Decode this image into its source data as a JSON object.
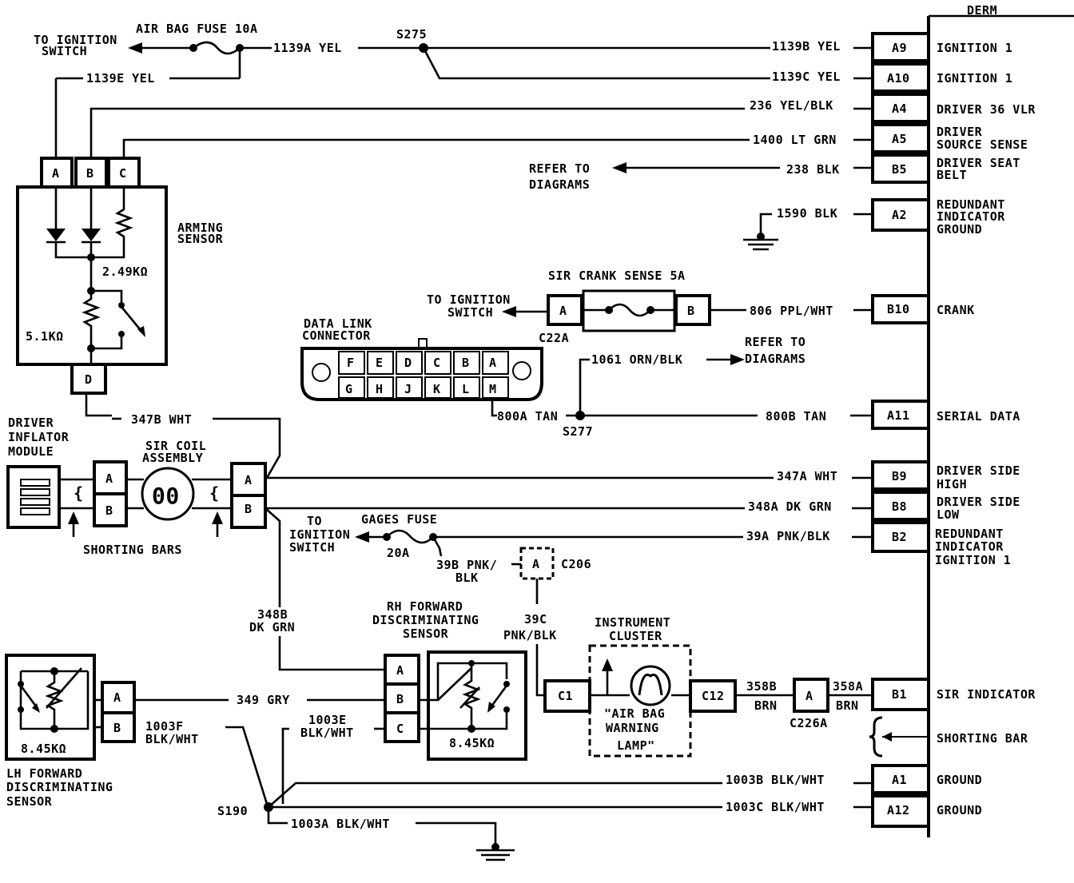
{
  "derm": {
    "title": "DERM",
    "pins": [
      {
        "pin": "A9",
        "label": [
          "IGNITION 1"
        ],
        "wire": "1139B YEL"
      },
      {
        "pin": "A10",
        "label": [
          "IGNITION 1"
        ],
        "wire": "1139C YEL"
      },
      {
        "pin": "A4",
        "label": [
          "DRIVER 36 VLR"
        ],
        "wire": "236 YEL/BLK"
      },
      {
        "pin": "A5",
        "label": [
          "DRIVER",
          "SOURCE SENSE"
        ],
        "wire": "1400 LT GRN"
      },
      {
        "pin": "B5",
        "label": [
          "DRIVER SEAT",
          "BELT"
        ],
        "wire": "238 BLK"
      },
      {
        "pin": "A2",
        "label": [
          "REDUNDANT",
          "INDICATOR",
          "GROUND"
        ],
        "wire": "1590 BLK"
      },
      {
        "pin": "B10",
        "label": [
          "CRANK"
        ],
        "wire": "806 PPL/WHT"
      },
      {
        "pin": "A11",
        "label": [
          "SERIAL DATA"
        ],
        "wire": "800B TAN"
      },
      {
        "pin": "B9",
        "label": [
          "DRIVER SIDE",
          "HIGH"
        ],
        "wire": "347A WHT"
      },
      {
        "pin": "B8",
        "label": [
          "DRIVER SIDE",
          "LOW"
        ],
        "wire": "348A DK GRN"
      },
      {
        "pin": "B2",
        "label": [
          "REDUNDANT",
          "INDICATOR",
          "IGNITION 1"
        ],
        "wire": "39A PNK/BLK"
      },
      {
        "pin": "B1",
        "label": [
          "SIR INDICATOR"
        ],
        "wire": ""
      },
      {
        "pin": "A1",
        "label": [
          "GROUND"
        ],
        "wire": "1003B BLK/WHT"
      },
      {
        "pin": "A12",
        "label": [
          "GROUND"
        ],
        "wire": "1003C BLK/WHT"
      }
    ],
    "shorting_bar": "SHORTING BAR"
  },
  "air_bag_fuse": {
    "label": "AIR BAG FUSE 10A",
    "to_ignition": [
      "TO IGNITION",
      "SWITCH"
    ],
    "wire_out": "1139A YEL",
    "wire_e": "1139E YEL",
    "splice": "S275"
  },
  "arming_sensor": {
    "label": [
      "ARMING",
      "SENSOR"
    ],
    "pins": [
      "A",
      "B",
      "C",
      "D"
    ],
    "r1": "2.49KΩ",
    "r2": "5.1KΩ"
  },
  "refer_b5": [
    "REFER TO",
    "DIAGRAMS"
  ],
  "crank_fuse": {
    "label": "SIR CRANK SENSE 5A",
    "pin_a": "A",
    "pin_b": "B",
    "connector": "C22A",
    "to_ignition": [
      "TO IGNITION",
      "SWITCH"
    ]
  },
  "dlc": {
    "label": [
      "DATA LINK",
      "CONNECTOR"
    ],
    "top_pins": [
      "F",
      "E",
      "D",
      "C",
      "B",
      "A"
    ],
    "bottom_pins": [
      "G",
      "H",
      "J",
      "K",
      "L",
      "M"
    ],
    "wire": "800A TAN",
    "splice": "S277"
  },
  "wire_1061": {
    "label": "1061 ORN/BLK",
    "refer": [
      "REFER TO",
      "DIAGRAMS"
    ]
  },
  "driver_inflator": {
    "label": [
      "DRIVER",
      "INFLATOR",
      "MODULE"
    ],
    "wire_347b": "347B WHT",
    "bracket": "{"
  },
  "sir_coil": {
    "label": [
      "SIR COIL",
      "ASSEMBLY"
    ],
    "pins": [
      "A",
      "B"
    ],
    "coil_symbol": "00",
    "shorting_bars": "SHORTING BARS"
  },
  "gages_fuse": {
    "label": "GAGES FUSE",
    "rating": "20A",
    "to_ignition": [
      "TO",
      "IGNITION",
      "SWITCH"
    ],
    "wire": [
      "39B PNK/",
      "BLK"
    ],
    "connector": "C206",
    "pin": "A"
  },
  "wire_348b": [
    "348B",
    "DK GRN"
  ],
  "wire_39c": [
    "39C",
    "PNK/BLK"
  ],
  "rh_sensor": {
    "label": [
      "RH FORWARD",
      "DISCRIMINATING",
      "SENSOR"
    ],
    "pins": [
      "A",
      "B",
      "C"
    ],
    "resistance": "8.45KΩ",
    "wire_1003e": [
      "1003E",
      "BLK/WHT"
    ]
  },
  "lh_sensor": {
    "label": [
      "LH FORWARD",
      "DISCRIMINATING",
      "SENSOR"
    ],
    "pins": [
      "A",
      "B"
    ],
    "resistance": "8.45KΩ",
    "wire_1003f": [
      "1003F",
      "BLK/WHT"
    ],
    "wire_349": "349 GRY"
  },
  "instrument_cluster": {
    "label": [
      "INSTRUMENT",
      "CLUSTER"
    ],
    "lamp": [
      "\"AIR BAG",
      "WARNING",
      "LAMP\""
    ],
    "c1": "C1",
    "c12": "C12"
  },
  "sir_indicator_path": {
    "wire_358b": [
      "358B",
      "BRN"
    ],
    "wire_358a": [
      "358A",
      "BRN"
    ],
    "pin": "A",
    "connector": "C226A"
  },
  "ground_splice": {
    "splice": "S190",
    "wire": "1003A BLK/WHT"
  }
}
